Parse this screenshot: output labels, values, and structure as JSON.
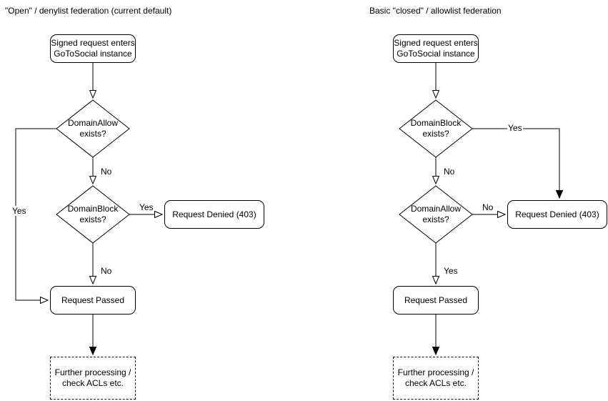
{
  "colors": {
    "stroke": "#000000",
    "background": "#ffffff",
    "text": "#000000"
  },
  "left": {
    "title": "\"Open\" / denylist federation (current default)",
    "nodes": {
      "start": "Signed request enters\nGoToSocial instance",
      "decision1": "DomainAllow\nexists?",
      "decision2": "DomainBlock\nexists?",
      "denied": "Request Denied (403)",
      "passed": "Request Passed",
      "further": "Further processing /\ncheck ACLs etc."
    },
    "edge_labels": {
      "decision1_down": "No",
      "decision1_loop": "Yes",
      "decision2_branch": "Yes",
      "decision2_down": "No"
    }
  },
  "right": {
    "title": "Basic \"closed\" / allowlist federation",
    "nodes": {
      "start": "Signed request enters\nGoToSocial instance",
      "decision1": "DomainBlock\nexists?",
      "decision2": "DomainAllow\nexists?",
      "denied": "Request Denied (403)",
      "passed": "Request Passed",
      "further": "Further processing /\ncheck ACLs etc."
    },
    "edge_labels": {
      "decision1_down": "No",
      "decision1_branch": "Yes",
      "decision2_branch": "No",
      "decision2_down": "Yes"
    }
  }
}
